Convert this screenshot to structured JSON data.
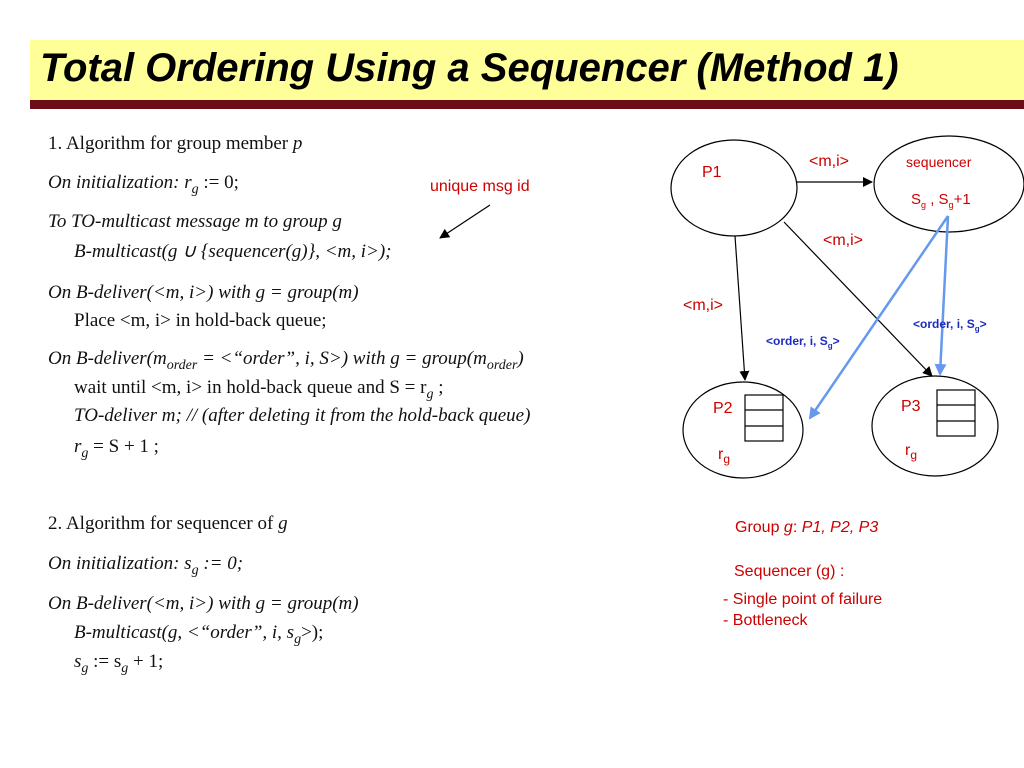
{
  "title": "Total Ordering Using a Sequencer (Method 1)",
  "algo1": {
    "heading": "1. Algorithm for group member ",
    "heading_var": "p",
    "init_kw": "On initialization: ",
    "init_var": "r",
    "init_sub": "g",
    "init_rest": " := 0;",
    "to_multicast": "To TO-multicast message m to group g",
    "bmulticast": "B-multicast(g ∪ {sequencer(g)}, <m, i>);",
    "deliver1": "On B-deliver(<m, i>) with g = group(m)",
    "place": "Place <m, i> in hold-back queue;",
    "deliver2_a": "On B-deliver(m",
    "deliver2_sub": "order",
    "deliver2_b": " = <“order”, i, S>) with g = group(m",
    "deliver2_sub2": "order",
    "deliver2_c": ")",
    "wait_a": "wait until <m, i> in hold-back queue and  S  =  r",
    "wait_sub": "g",
    "wait_b": " ;",
    "todeliver": "TO-deliver m;       // (after deleting it from the hold-back queue)",
    "assign_a": "r",
    "assign_sub": "g",
    "assign_b": "  =  S + 1 ;"
  },
  "algo2": {
    "heading": "2. Algorithm for sequencer of ",
    "heading_var": "g",
    "init_a": "On initialization:  s",
    "init_sub": "g",
    "init_b": " := 0;",
    "deliver": "On B-deliver(<m, i>) with g = group(m)",
    "bmulticast_a": "B-multicast(g, <“order”, i, s",
    "bmulticast_sub": "g",
    "bmulticast_b": ">);",
    "inc_a": "s",
    "inc_sub1": "g",
    "inc_b": " := s",
    "inc_sub2": "g",
    "inc_c": " + 1;"
  },
  "annotation_unique": "unique msg id",
  "diagram": {
    "p1": "P1",
    "p2": "P2",
    "p3": "P3",
    "sequencer": "sequencer",
    "seq_expr_a": "S",
    "seq_expr_sub1": "g",
    "seq_expr_b": " , S",
    "seq_expr_sub2": "g",
    "seq_expr_c": "+1",
    "rg_a": "r",
    "rg_sub": "g",
    "msg_top": "<m,i>",
    "msg_mid": "<m,i>",
    "msg_left": "<m,i>",
    "order_left": "<order, i, S",
    "order_right": "<order, i, S",
    "order_sub": "g",
    "order_close": ">"
  },
  "group_info": {
    "group_a": "Group ",
    "group_g": "g",
    "group_b": ": ",
    "group_members": "P1, P2, P3",
    "sequencer_label": "Sequencer (g) :",
    "point1": "- Single point of failure",
    "point2": "- Bottleneck"
  },
  "colors": {
    "title_bg": "#ffff99",
    "title_rule": "#6b0d19",
    "red": "#cc0000",
    "blue_arrow": "#6699ee",
    "blue_text": "#1d2bbf"
  }
}
